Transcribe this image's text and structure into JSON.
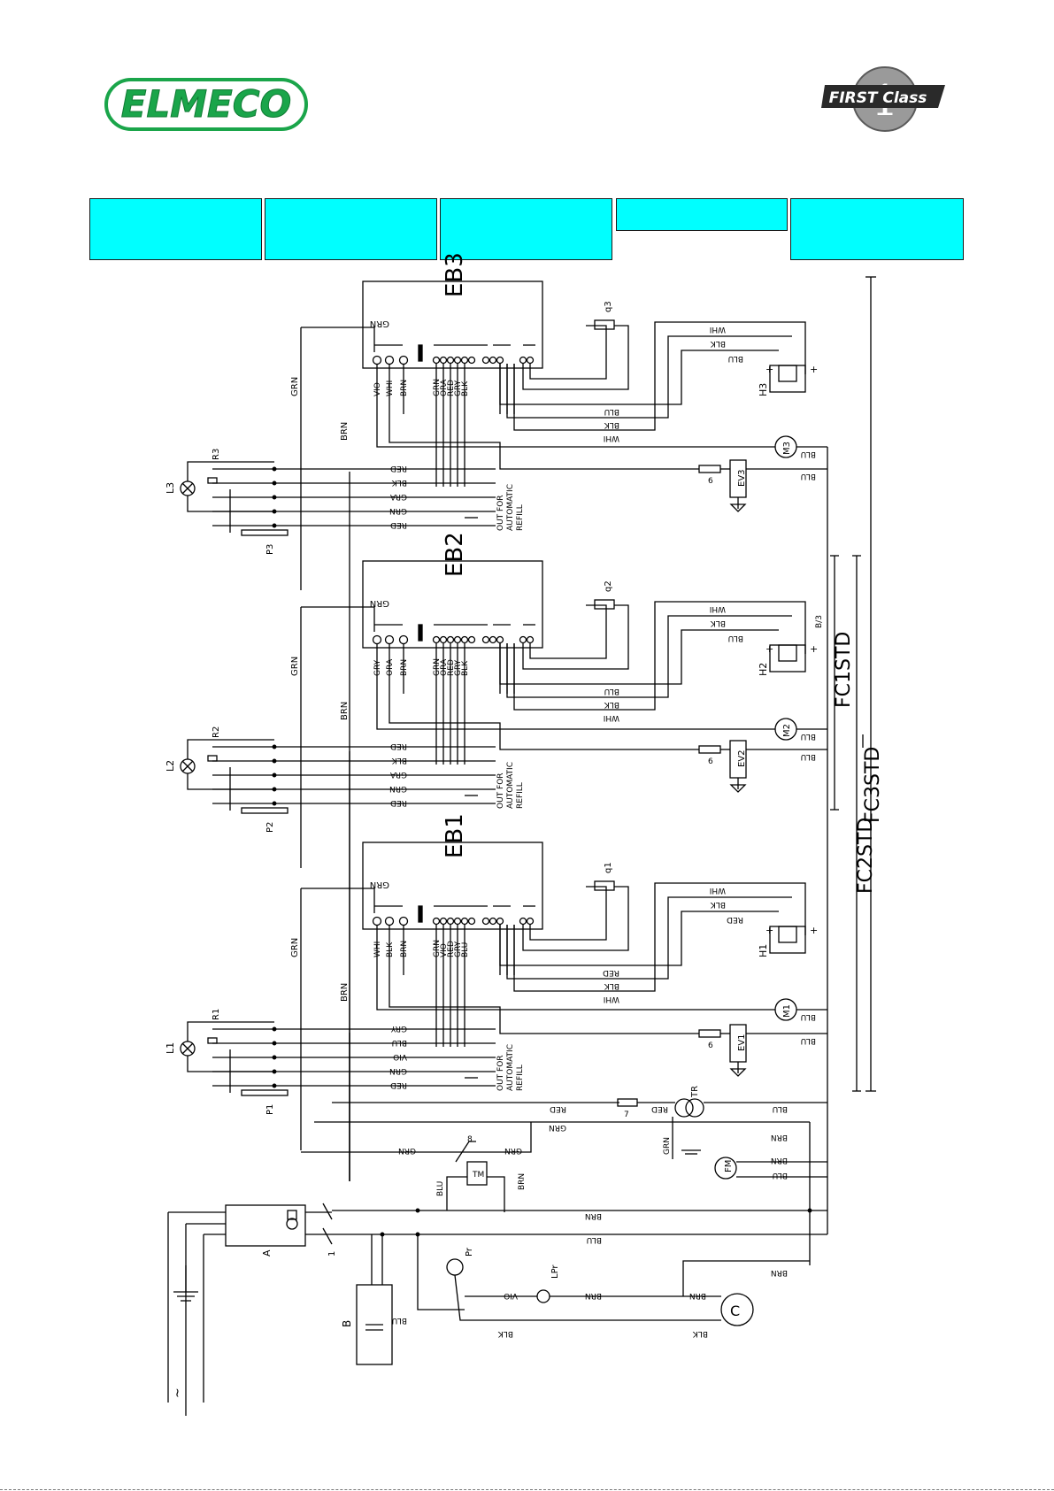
{
  "header": {
    "brand_logo": "ELMECO",
    "model_logo": "FIRST Class",
    "model_logo_number": "1",
    "cyan_boxes": 5
  },
  "diagram": {
    "boards": [
      {
        "name": "EB3",
        "terminals_left": [
          "GRN"
        ],
        "wires_left": [
          "VIO",
          "WHI",
          "BRN"
        ],
        "wires_mid": [
          "GRN",
          "ORA",
          "RED",
          "GRY",
          "BLK"
        ]
      },
      {
        "name": "EB2",
        "terminals_left": [
          "GRN"
        ],
        "wires_left": [
          "GRY",
          "ORA",
          "BRN"
        ],
        "wires_mid": [
          "GRN",
          "ORA",
          "RED",
          "GRY",
          "BLK"
        ]
      },
      {
        "name": "EB1",
        "terminals_left": [
          "GRN"
        ],
        "wires_left": [
          "WHI",
          "BLK",
          "BRN"
        ],
        "wires_mid": [
          "GRN",
          "VIO",
          "RED",
          "GRY",
          "BLU"
        ]
      }
    ],
    "lamps": [
      "L3",
      "L2",
      "L1"
    ],
    "resistors": [
      "R3",
      "R2",
      "R1"
    ],
    "pressure": [
      "P3",
      "P2",
      "P1"
    ],
    "thermostats": [
      "q3",
      "q2",
      "q1"
    ],
    "heaters": [
      "H3",
      "H2",
      "H1"
    ],
    "motors": [
      "M3",
      "M2",
      "M1"
    ],
    "valves": [
      "EV3",
      "EV2",
      "EV1"
    ],
    "refill_note": "OUT FOR AUTOMATIC REFILL",
    "bus_labels": {
      "lamp3": [
        "RED",
        "BLK",
        "GRA",
        "GRN",
        "RED"
      ],
      "lamp2": [
        "RED",
        "BLK",
        "GRA",
        "GRN",
        "RED"
      ],
      "lamp1": [
        "GRY",
        "BLU",
        "VIO",
        "GRN",
        "RED"
      ]
    },
    "wire_right": {
      "h3": [
        "WHI",
        "BLK",
        "BLU"
      ],
      "h2": [
        "WHI",
        "BLK",
        "BLU"
      ],
      "h1": [
        "WHI",
        "BLK",
        "RED"
      ]
    },
    "lower_wires": [
      "BLU",
      "BLK",
      "WHI",
      "RED",
      "BLK",
      "WHI",
      "GRA",
      "GRY",
      "WHI",
      "VIO",
      "BLK"
    ],
    "fuse_num": "6",
    "fuse7": "7",
    "sw8": "8",
    "tr_label": "TR",
    "tm_label": "TM",
    "fm_label": "FM",
    "a_label": "A",
    "b_label": "B",
    "c_label": "C",
    "pr_label": "Pr",
    "lpr_label": "LPr",
    "sw1_label": "1",
    "b3_label": "B/3",
    "models": [
      "FC1STD",
      "FC2STD",
      "FC3STD"
    ],
    "misc_labels": [
      "GRN",
      "BRN",
      "BLU",
      "VIO",
      "BLK",
      "RED"
    ]
  }
}
